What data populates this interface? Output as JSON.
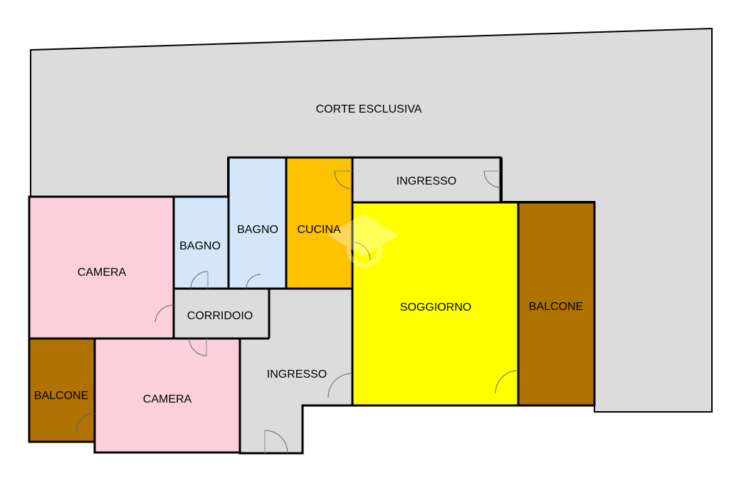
{
  "colors": {
    "court": "#dcdcdc",
    "camera": "#fbd0dc",
    "bagno": "#d5e6fa",
    "cucina": "#fdc300",
    "soggiorno": "#ffff00",
    "balcone": "#b07200",
    "ingresso": "#dcdcdc",
    "corridoio": "#dcdcdc",
    "wall": "#000000"
  },
  "rooms": {
    "corte": "CORTE ESCLUSIVA",
    "ingresso_top": "INGRESSO",
    "bagno_1": "BAGNO",
    "bagno_2": "BAGNO",
    "cucina": "CUCINA",
    "camera_1": "CAMERA",
    "soggiorno": "SOGGIORNO",
    "balcone_1": "BALCONE",
    "corridoio": "CORRIDOIO",
    "ingresso_bottom": "INGRESSO",
    "balcone_2": "BALCONE",
    "camera_2": "CAMERA"
  },
  "watermark_icon": "logo-watermark-icon"
}
